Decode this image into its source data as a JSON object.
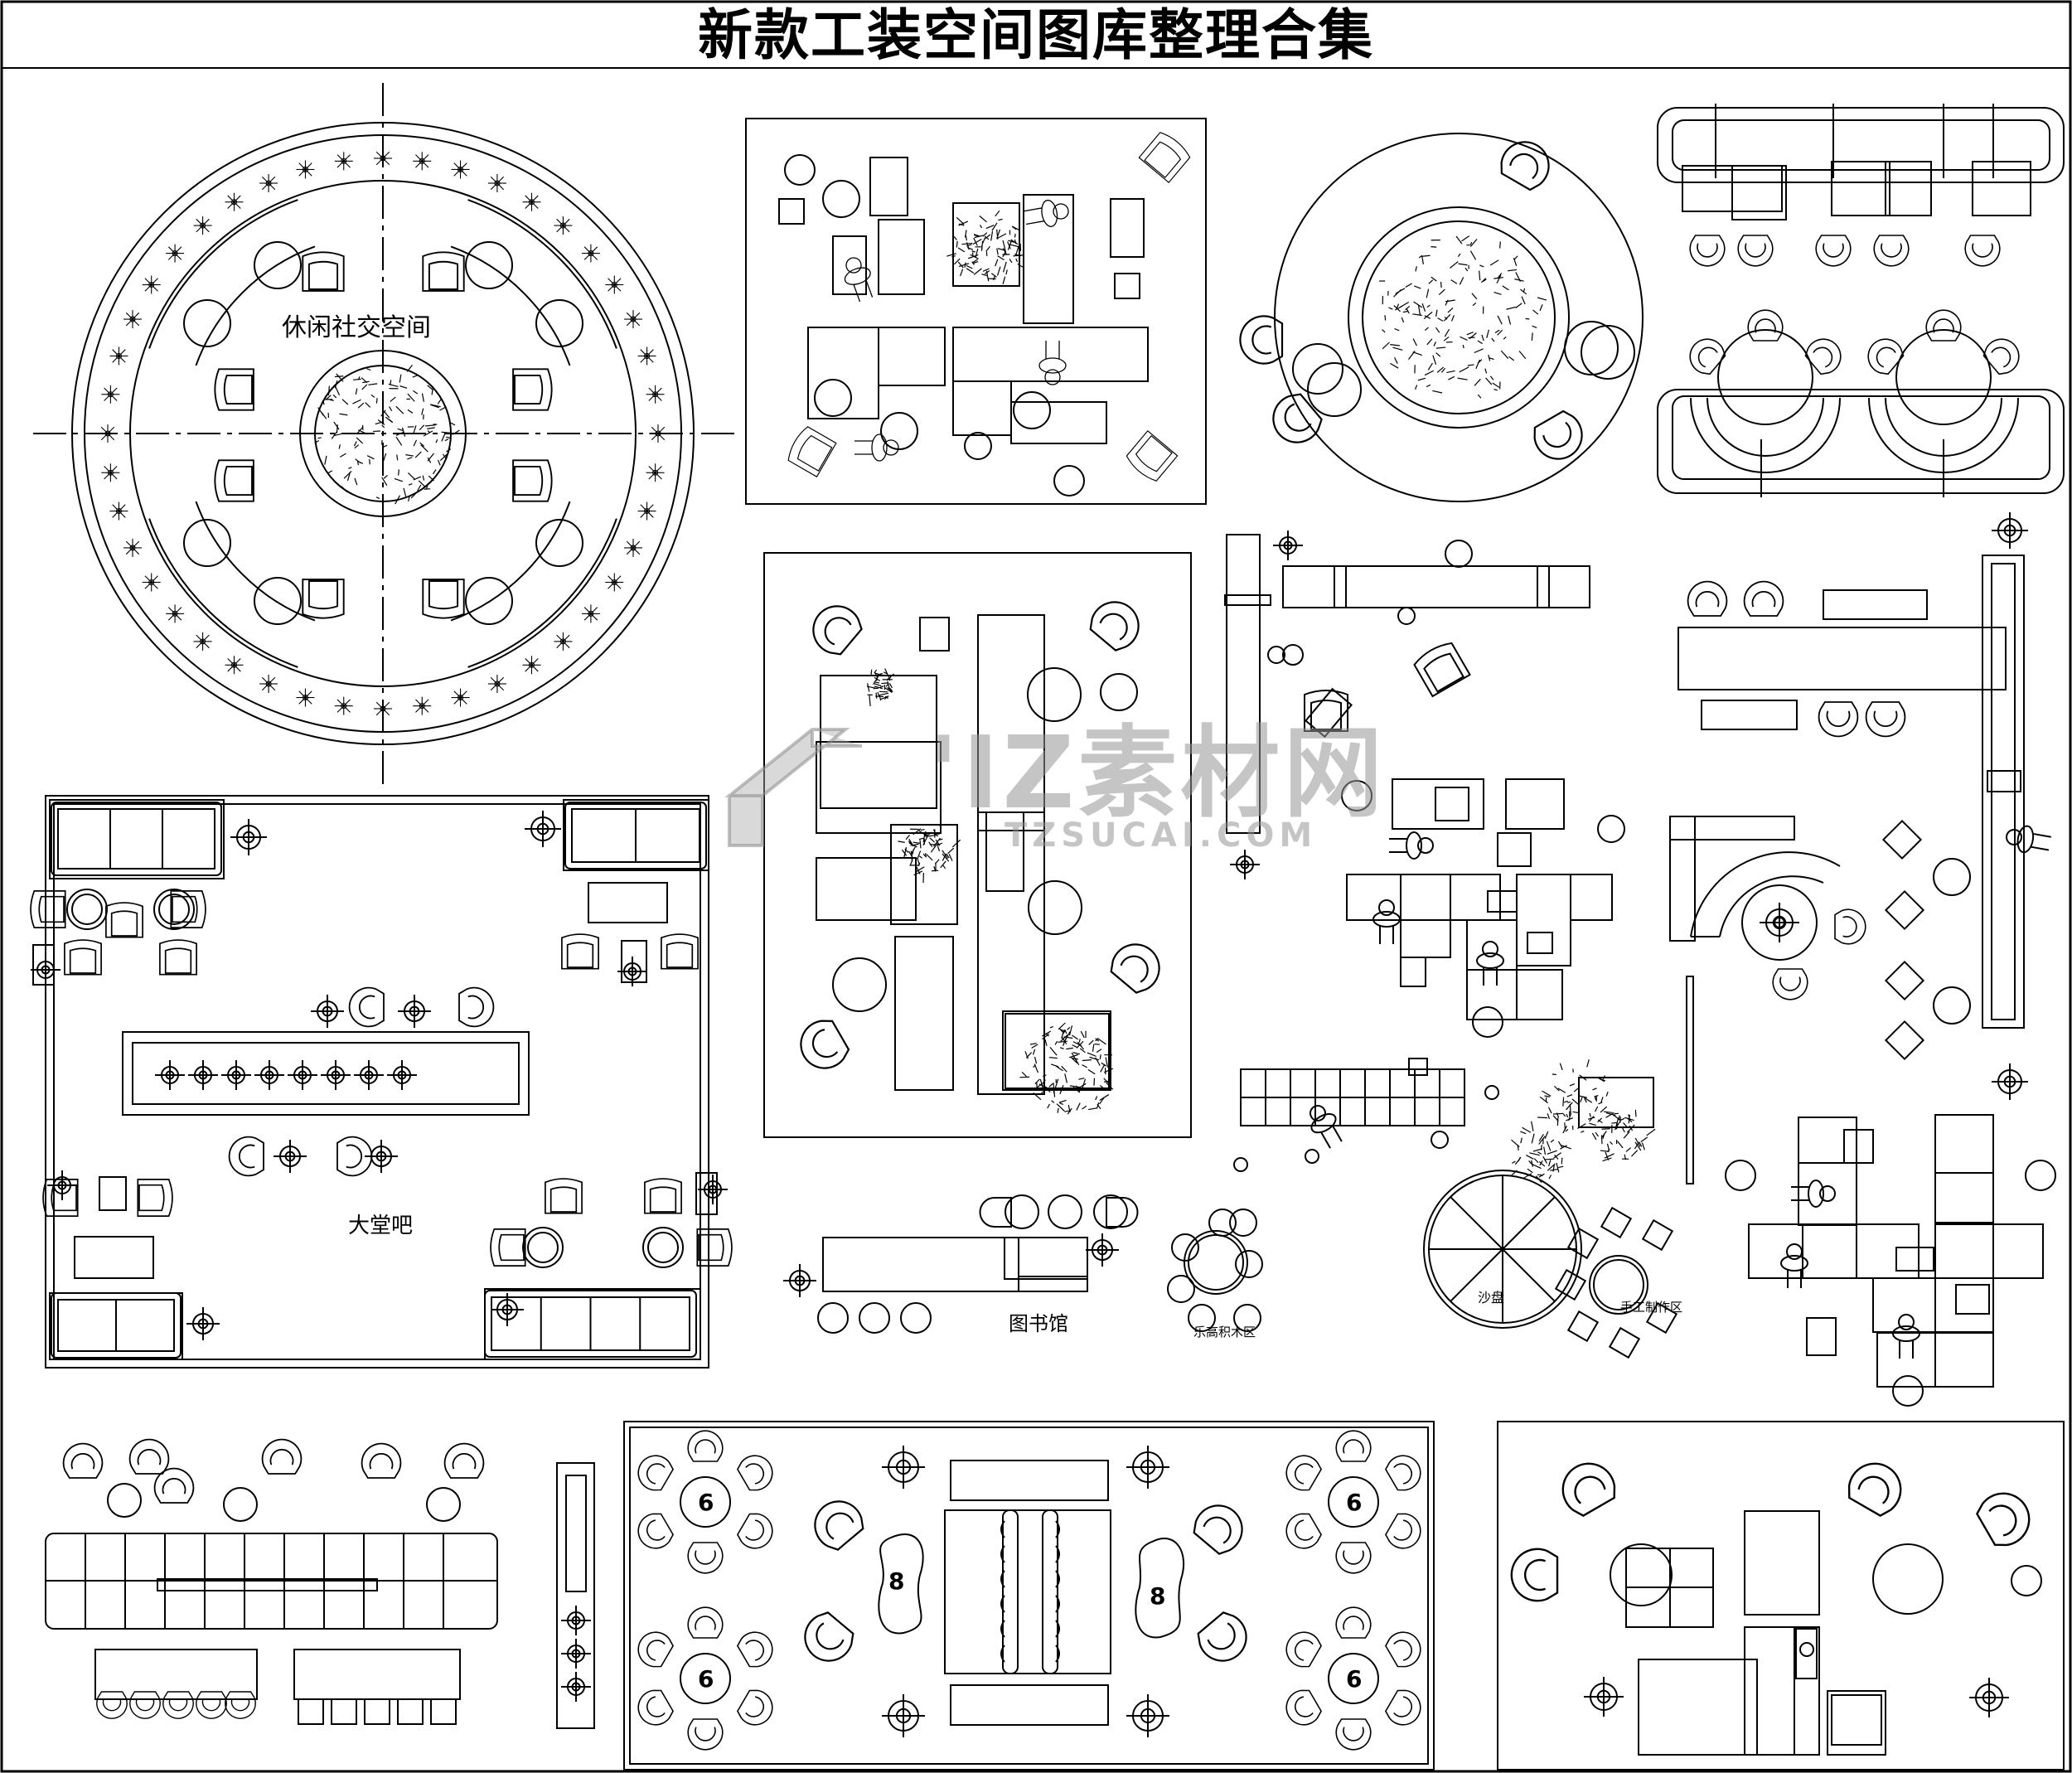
{
  "title": "新款工装空间图库整理合集",
  "labels": {
    "social_space": "休闲社交空间",
    "lobby_bar": "大堂吧",
    "library": "图书馆",
    "lego_area": "乐高积木区",
    "sand_table": "沙盘",
    "handcraft_area": "手工制作区"
  },
  "seat_numbers": {
    "tl": "6",
    "bl": "6",
    "tr": "6",
    "br": "6",
    "ml": "8",
    "mr": "8"
  },
  "watermark": {
    "brand": "'IZ素材网",
    "domain": "TZSUCAI.COM"
  },
  "colors": {
    "line": "#000000",
    "background": "#ffffff",
    "watermark": "#9a9a9a"
  }
}
